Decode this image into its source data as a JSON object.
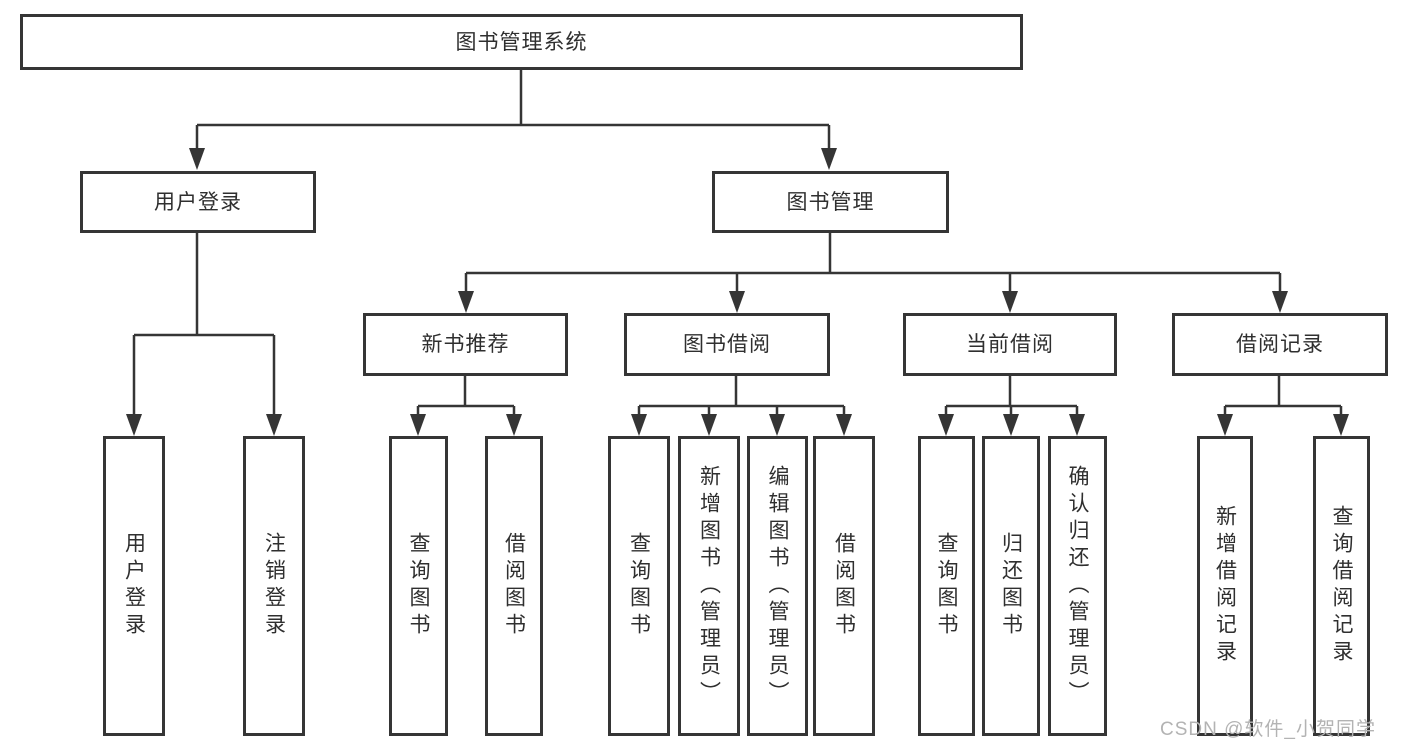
{
  "diagram": {
    "root": {
      "label": "图书管理系统"
    },
    "branches": [
      {
        "label": "用户登录",
        "children": [
          {
            "label": "用户登录"
          },
          {
            "label": "注销登录"
          }
        ]
      },
      {
        "label": "图书管理",
        "children": [
          {
            "label": "新书推荐",
            "children": [
              {
                "label": "查询图书"
              },
              {
                "label": "借阅图书"
              }
            ]
          },
          {
            "label": "图书借阅",
            "children": [
              {
                "label": "查询图书"
              },
              {
                "label": "新增图书（管理员）"
              },
              {
                "label": "编辑图书（管理员）"
              },
              {
                "label": "借阅图书"
              }
            ]
          },
          {
            "label": "当前借阅",
            "children": [
              {
                "label": "查询图书"
              },
              {
                "label": "归还图书"
              },
              {
                "label": "确认归还（管理员）"
              }
            ]
          },
          {
            "label": "借阅记录",
            "children": [
              {
                "label": "新增借阅记录"
              },
              {
                "label": "查询借阅记录"
              }
            ]
          }
        ]
      }
    ]
  },
  "watermark": {
    "text": "CSDN @软件_小贺同学"
  },
  "colors": {
    "line": "#353535",
    "text": "#2f2f2f",
    "box_background": "#ffffff",
    "watermark": "#b3b3b3"
  }
}
